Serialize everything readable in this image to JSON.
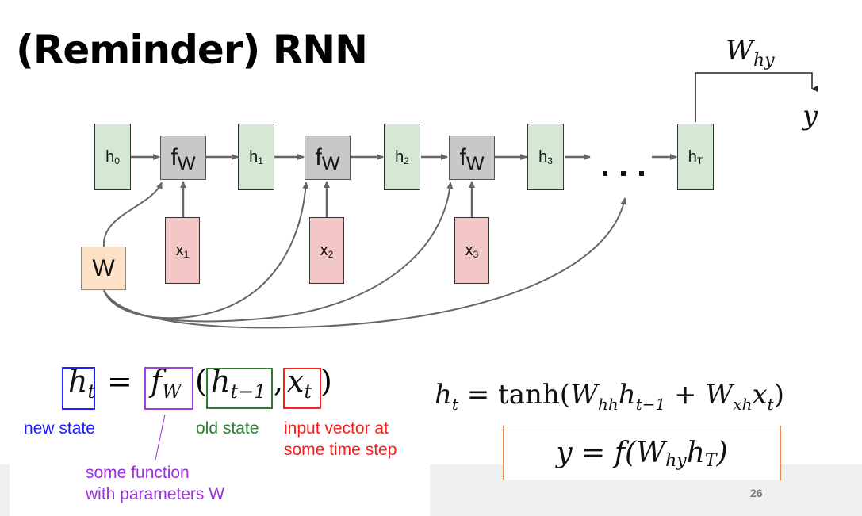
{
  "slide": {
    "title": "(Reminder) RNN",
    "page_number": "26"
  },
  "diagram": {
    "hidden_states": [
      {
        "base": "h",
        "sub": "0"
      },
      {
        "base": "h",
        "sub": "1"
      },
      {
        "base": "h",
        "sub": "2"
      },
      {
        "base": "h",
        "sub": "3"
      },
      {
        "base": "h",
        "sub": "T"
      }
    ],
    "function_nodes": [
      {
        "base": "f",
        "sub": "W"
      },
      {
        "base": "f",
        "sub": "W"
      },
      {
        "base": "f",
        "sub": "W"
      }
    ],
    "inputs": [
      {
        "base": "x",
        "sub": "1"
      },
      {
        "base": "x",
        "sub": "2"
      },
      {
        "base": "x",
        "sub": "3"
      }
    ],
    "weight_node": "W",
    "ellipsis": "...",
    "output_weight": {
      "base": "W",
      "sub": "hy"
    },
    "output": "y",
    "colors": {
      "hidden": "#d5e8d4",
      "function": "#c8c8c8",
      "input": "#f4c7c7",
      "weight": "#fde2c8",
      "arrow": "#666666"
    }
  },
  "equation_main": {
    "lhs": {
      "base": "h",
      "sub": "t"
    },
    "equals": "=",
    "func": {
      "base": "f",
      "sub": "W"
    },
    "open_paren": "(",
    "arg1": {
      "base": "h",
      "sub": "t−1"
    },
    "comma": ",",
    "arg2": {
      "base": "x",
      "sub": "t"
    },
    "close_paren": ")"
  },
  "annotations": {
    "new_state": {
      "text": "new state",
      "color": "#1a1aff"
    },
    "function": {
      "line1": "some function",
      "line2": "with parameters W",
      "color": "#9b30e0"
    },
    "old_state": {
      "text": "old state",
      "color": "#2e7d32"
    },
    "input": {
      "line1": "input vector at",
      "line2": "some time step",
      "color": "#ff1a1a"
    }
  },
  "equation_tanh": {
    "lhs": {
      "base": "h",
      "sub": "t"
    },
    "eq": "= tanh(",
    "w1": {
      "base": "W",
      "sub": "hh"
    },
    "h": {
      "base": "h",
      "sub": "t−1"
    },
    "plus": "+",
    "w2": {
      "base": "W",
      "sub": "xh"
    },
    "x": {
      "base": "x",
      "sub": "t"
    },
    "close": ")"
  },
  "equation_output": {
    "y": "y",
    "eq": "= f(",
    "w": {
      "base": "W",
      "sub": "hy"
    },
    "h": {
      "base": "h",
      "sub": "T"
    },
    "close": ")",
    "border_color": "#f0874a"
  }
}
